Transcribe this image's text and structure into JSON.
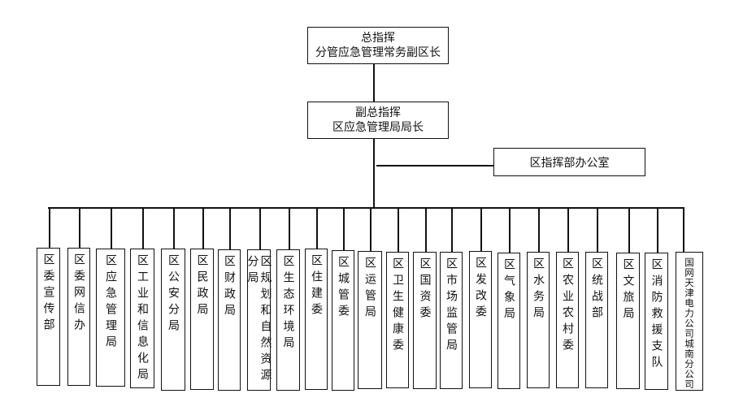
{
  "commander": {
    "title": "总指挥",
    "subtitle": "分管应急管理常务副区长"
  },
  "deputy": {
    "title": "副总指挥",
    "subtitle": "区应急管理局局长"
  },
  "office": {
    "label": "区指挥部办公室"
  },
  "departments": [
    "区委宣传部",
    "区委网信办",
    "区应急管理局",
    "区工业和信息化局",
    "区公安分局",
    "区民政局",
    "区财政局",
    "区规划和自然资源分局",
    "区生态环境局",
    "区住建委",
    "区城管委",
    "区运管局",
    "区卫生健康委",
    "区国资委",
    "区市场监管局",
    "区发改委",
    "区气象局",
    "区水务局",
    "区农业农村委",
    "区统战部",
    "区文旅局",
    "区消防救援支队",
    "国网天津电力公司城南分公司"
  ]
}
